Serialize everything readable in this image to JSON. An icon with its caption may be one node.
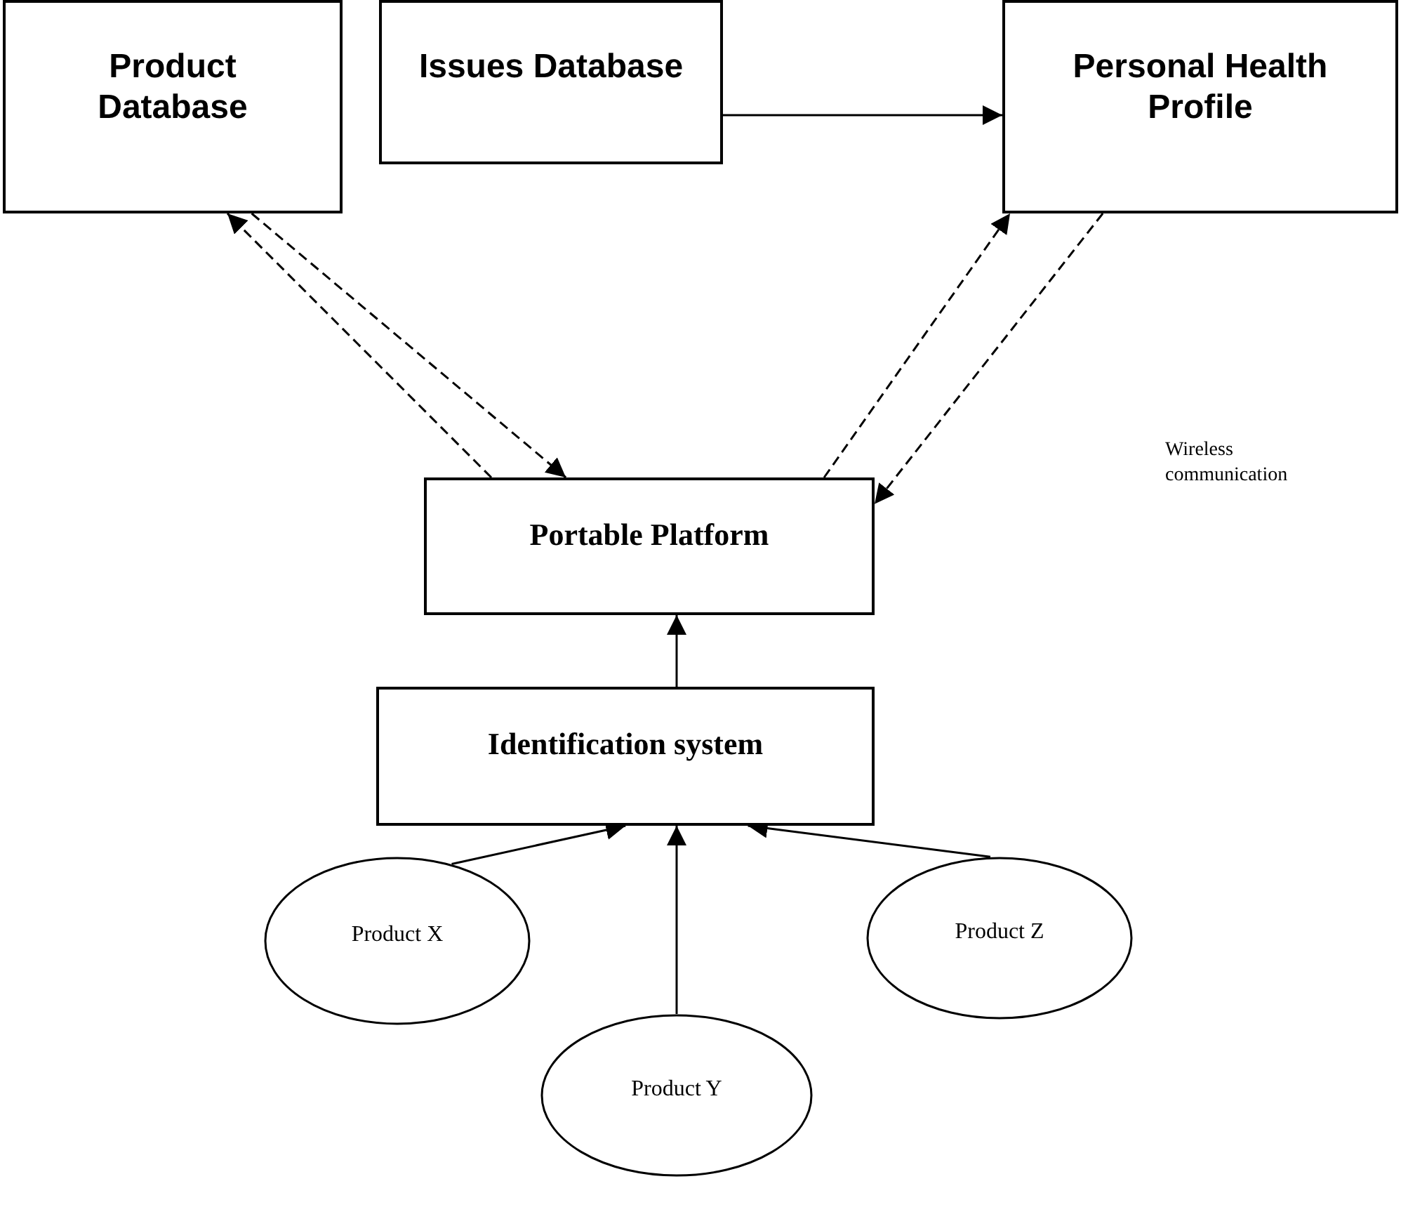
{
  "diagram": {
    "nodes": [
      {
        "text": [
          "Product Database"
        ]
      },
      {
        "text": [
          "Issues Database"
        ]
      },
      {
        "text": [
          "Personal Health Profile"
        ]
      },
      {
        "text": [
          "Portable Platform"
        ]
      },
      {
        "text": [
          "Identification system"
        ]
      },
      {
        "text": [
          "Product X"
        ]
      },
      {
        "text": [
          "Product Y"
        ]
      },
      {
        "text": [
          "Product Z"
        ]
      }
    ],
    "edges": [
      {
        "from": 3,
        "to": 0,
        "arrow": "to",
        "style": "dashed"
      },
      {
        "from": 0,
        "to": 3,
        "arrow": "to",
        "style": "dashed"
      },
      {
        "from": 1,
        "to": 2,
        "arrow": "to"
      },
      {
        "from": 3,
        "to": 2,
        "arrow": "to",
        "style": "dashed"
      },
      {
        "from": 2,
        "to": 3,
        "arrow": "to",
        "style": "dashed"
      },
      {
        "from": 4,
        "to": 3,
        "arrow": "to"
      },
      {
        "from": 5,
        "to": 4,
        "arrow": "to"
      },
      {
        "from": 6,
        "to": 4,
        "arrow": "to"
      },
      {
        "from": 7,
        "to": 4,
        "arrow": "to"
      }
    ],
    "labels": [
      "Wireless communication"
    ]
  }
}
